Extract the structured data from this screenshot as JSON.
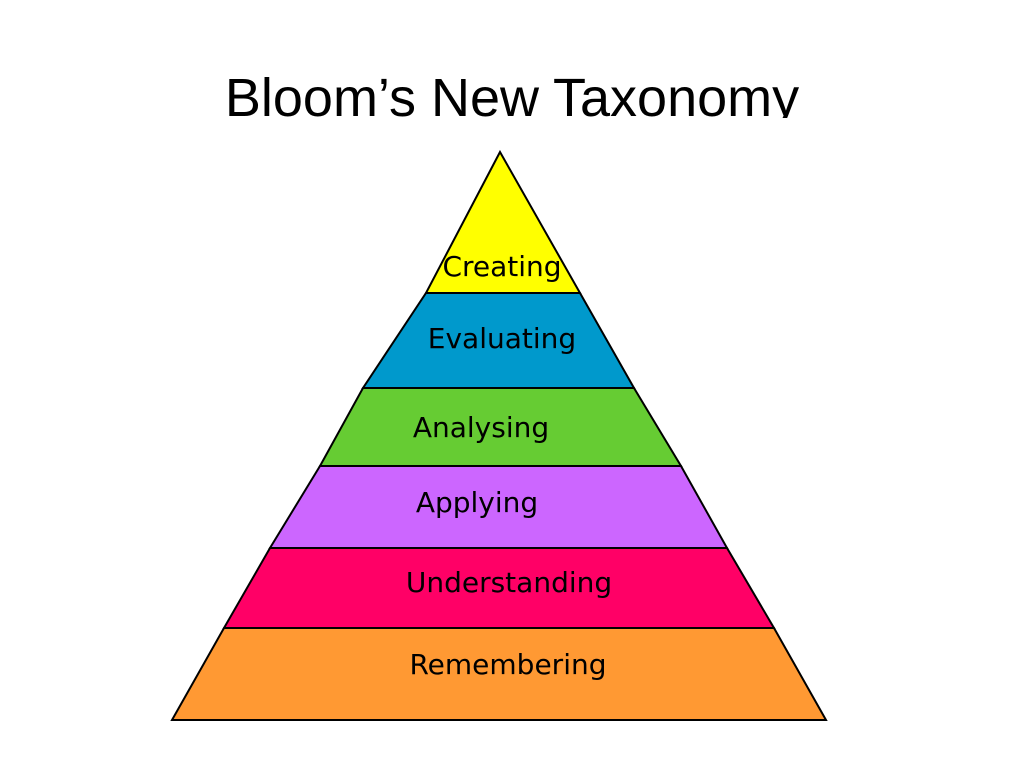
{
  "slide": {
    "title": "Bloom’s New Taxonomy"
  },
  "pyramid": {
    "levels": [
      {
        "label": "Creating",
        "color": "#ffff00"
      },
      {
        "label": "Evaluating",
        "color": "#0099cc"
      },
      {
        "label": "Analysing",
        "color": "#66cc33"
      },
      {
        "label": "Applying",
        "color": "#cc66ff"
      },
      {
        "label": "Understanding",
        "color": "#ff0066"
      },
      {
        "label": "Remembering",
        "color": "#ff9933"
      }
    ],
    "outline_color": "#000000"
  }
}
